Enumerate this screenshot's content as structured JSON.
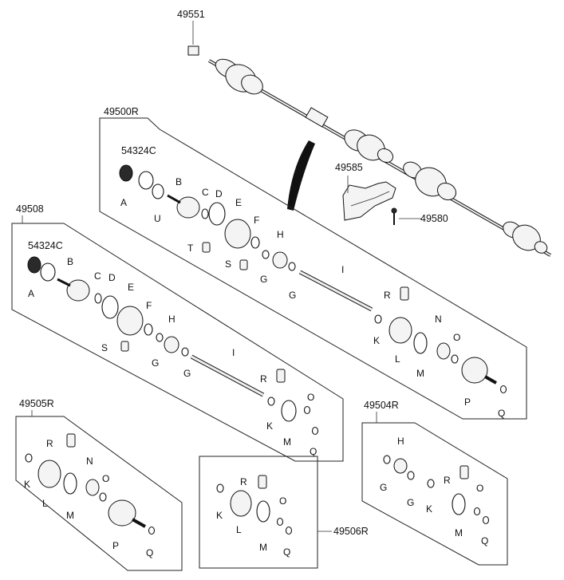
{
  "callouts": {
    "nut": "49551",
    "assy_r": "49500R",
    "bracket": "49585",
    "bolt": "49580",
    "assy_l": "49508",
    "kit_505": "49505R",
    "kit_504": "49504R",
    "kit_506": "49506R",
    "seal_r": "54324C",
    "seal_l": "54324C"
  },
  "letters": {
    "A": "A",
    "B": "B",
    "C": "C",
    "D": "D",
    "E": "E",
    "F": "F",
    "G": "G",
    "H": "H",
    "I": "I",
    "K": "K",
    "L": "L",
    "M": "M",
    "N": "N",
    "O": "O",
    "P": "P",
    "Q": "Q",
    "R": "R",
    "S": "S",
    "T": "T",
    "U": "U"
  }
}
